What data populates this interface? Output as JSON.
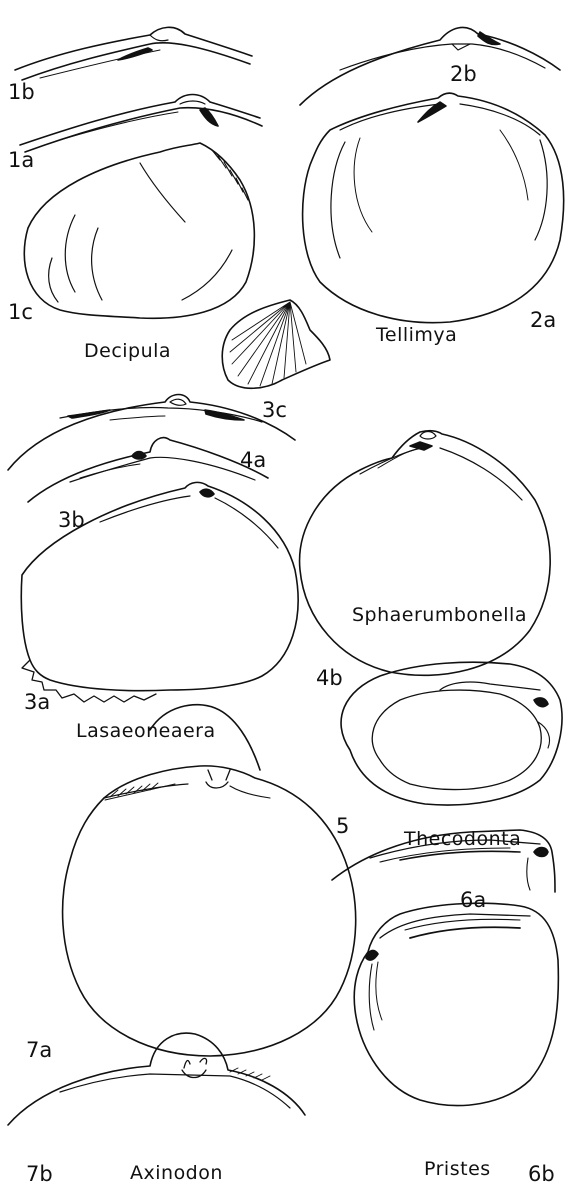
{
  "plate": {
    "ink_color": "#111111",
    "paper_color": "#ffffff",
    "figure_labels": {
      "f1a": "1a",
      "f1b": "1b",
      "f1c": "1c",
      "f2a": "2a",
      "f2b": "2b",
      "f3a": "3a",
      "f3b": "3b",
      "f3c": "3c",
      "f4a": "4a",
      "f4b": "4b",
      "f5": "5",
      "f6a": "6a",
      "f6b": "6b",
      "f7a": "7a",
      "f7b": "7b"
    },
    "genus_names": {
      "decipula": "Decipula",
      "tellimya": "Tellimya",
      "lasaeoneaera": "Lasaeoneaera",
      "sphaerumbonella": "Sphaerumbonella",
      "thecodonta": "Thecodonta",
      "axinodon": "Axinodon",
      "pristes": "Pristes"
    }
  }
}
